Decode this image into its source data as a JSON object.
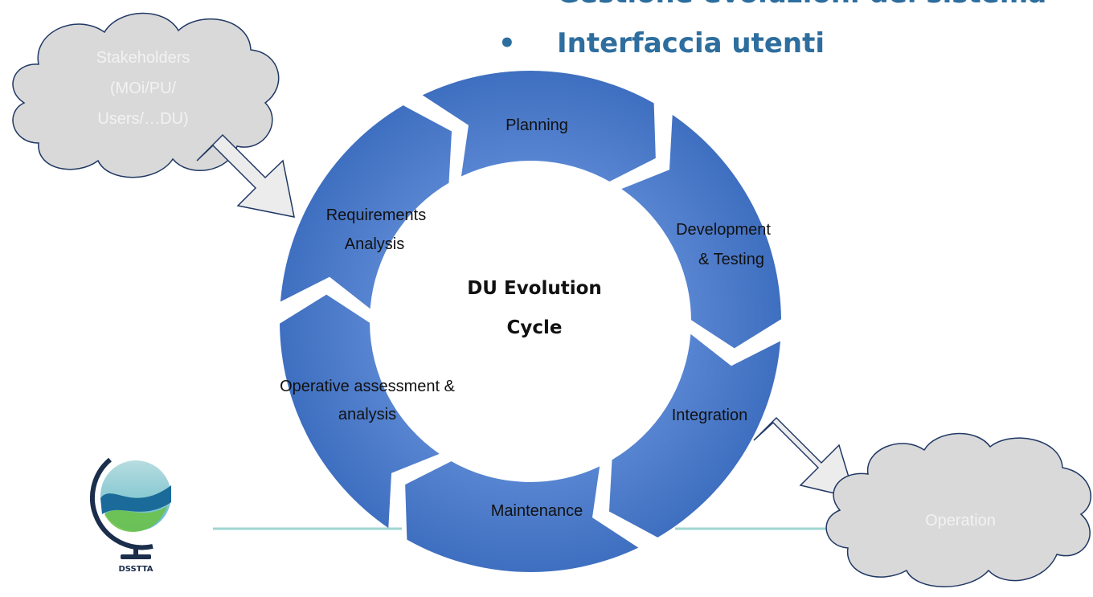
{
  "heading": {
    "line1": "Gestione evoluzioni del sistema",
    "bullet": "•",
    "line2": "Interfaccia utenti"
  },
  "cycle": {
    "center_title_line1": "DU Evolution",
    "center_title_line2": "Cycle",
    "segments": [
      {
        "lines": [
          "Planning"
        ]
      },
      {
        "lines": [
          "Development",
          "& Testing"
        ]
      },
      {
        "lines": [
          "Integration"
        ]
      },
      {
        "lines": [
          "Maintenance"
        ]
      },
      {
        "lines": [
          "Operative assessment &",
          "analysis"
        ]
      },
      {
        "lines": [
          "Requirements",
          "Analysis"
        ]
      }
    ]
  },
  "clouds": {
    "stakeholders": [
      "Stakeholders",
      "(MOi/PU/",
      "Users/…DU)"
    ],
    "operation": [
      "Operation"
    ]
  },
  "logo": {
    "text": "DSSTTA"
  },
  "colors": {
    "ring": "#4472c4",
    "heading": "#2e6e9e",
    "cloud_fill": "#d9d9d9",
    "cloud_stroke": "#203864",
    "divider": "#9fd6d0"
  }
}
